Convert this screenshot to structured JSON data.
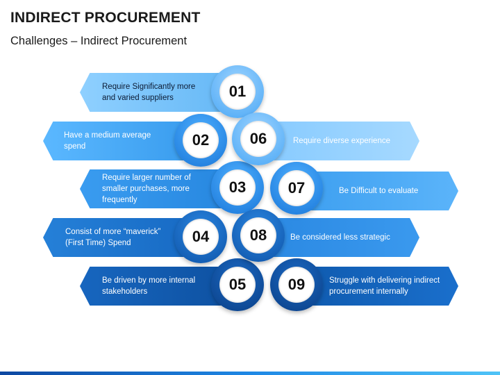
{
  "header": {
    "title": "INDIRECT PROCUREMENT",
    "subtitle": "Challenges – Indirect Procurement"
  },
  "items": [
    {
      "number": "01",
      "text": "Require Significantly more and varied suppliers"
    },
    {
      "number": "02",
      "text": "Have a medium average spend"
    },
    {
      "number": "03",
      "text": "Require larger number of smaller purchases, more frequently"
    },
    {
      "number": "04",
      "text": "Consist of more “maverick” (First Time) Spend"
    },
    {
      "number": "05",
      "text": "Be driven by more internal stakeholders"
    },
    {
      "number": "06",
      "text": "Require diverse experience"
    },
    {
      "number": "07",
      "text": "Be Difficult to evaluate"
    },
    {
      "number": "08",
      "text": "Be considered less strategic"
    },
    {
      "number": "09",
      "text": "Struggle with delivering indirect procurement internally"
    }
  ],
  "colors": {
    "arrow_lightest": "#7fc6ff",
    "arrow_light": "#4fa9f2",
    "arrow_mid": "#2f8de4",
    "arrow_dark": "#1c6fcc",
    "arrow_darkest": "#0d4f9e"
  }
}
